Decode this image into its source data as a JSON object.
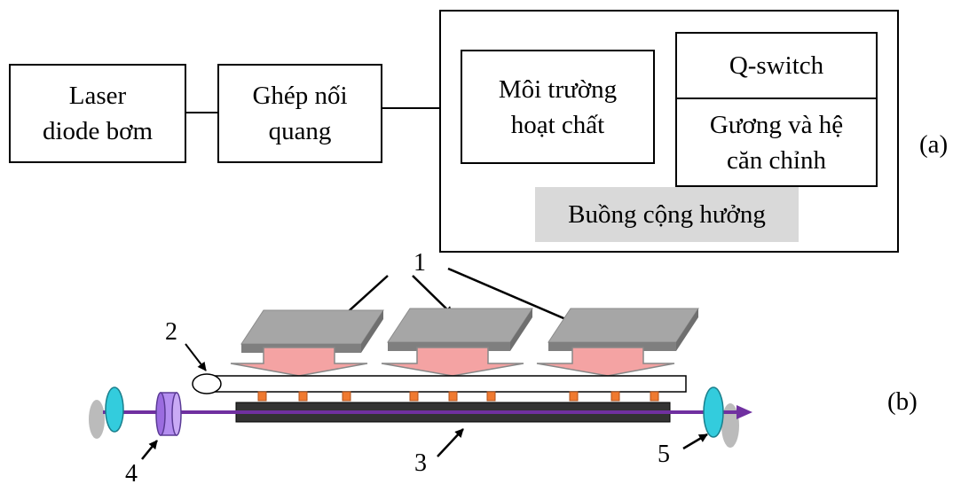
{
  "part_a": {
    "laser_diode": "Laser\ndiode bơm",
    "optical_coupling": "Ghép nối\nquang",
    "active_medium": "Môi trường\nhoạt chất",
    "q_switch": "Q-switch",
    "mirror_alignment": "Gương và hệ\ncăn chỉnh",
    "resonator": "Buồng cộng hưởng",
    "label": "(a)"
  },
  "part_b": {
    "label": "(b)",
    "callouts": [
      "1",
      "2",
      "3",
      "4",
      "5"
    ]
  },
  "colors": {
    "pump_block_top": "#a6a6a6",
    "pump_block_side": "#7f7f7f",
    "pump_arrow": "#f4a3a3",
    "laser_axis": "#7030a0",
    "mirror": "#33ccdd",
    "lens": "#b48ef0",
    "emitter": "#f07a30",
    "medium": "#333333",
    "shading": "#d9d9d9"
  }
}
